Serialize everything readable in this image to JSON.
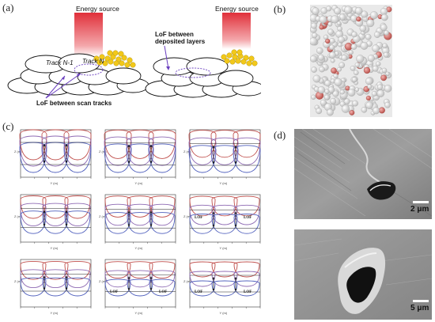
{
  "panels": {
    "a": {
      "label": "(a)",
      "left": {
        "energy_label": "Energy source",
        "track_prev": "Track N-1",
        "track_cur": "Track N",
        "annotation": "LoF between scan tracks"
      },
      "right": {
        "energy_label": "Energy source",
        "annotation_line1": "LoF between",
        "annotation_line2": "deposited layers"
      }
    },
    "b": {
      "label": "(b)"
    },
    "c": {
      "label": "(c)",
      "lof_label": "LOF",
      "axis_x": "Y (m)",
      "axis_y": "Z (m)"
    },
    "d": {
      "label": "(d)",
      "top_scale": "2 μm",
      "bottom_scale": "5 μm"
    }
  },
  "colors": {
    "energy_red": "#e0303a",
    "powder_yellow": "#f2c81a",
    "annotation_purple": "#6a3fbf",
    "curve_red": "#c0504d",
    "curve_blue": "#4f5fbd",
    "curve_purple": "#8e6ab3"
  }
}
